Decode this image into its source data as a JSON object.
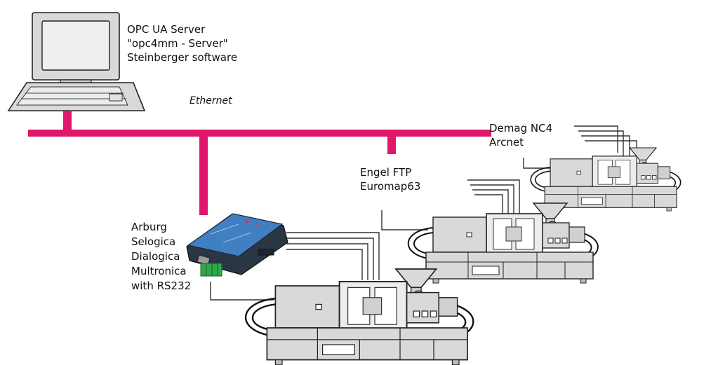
{
  "server": {
    "lines": [
      "OPC UA Server",
      "\"opc4mm - Server\"",
      "Steinberger software"
    ]
  },
  "network": {
    "label": "Ethernet",
    "color": "#e0176a"
  },
  "machines": [
    {
      "id": "demag",
      "lines": [
        "Demag NC4",
        "Arcnet"
      ]
    },
    {
      "id": "engel",
      "lines": [
        "Engel FTP",
        "Euromap63"
      ]
    },
    {
      "id": "arburg",
      "lines": [
        "Arburg",
        "Selogica",
        "Dialogica",
        "Multronica",
        "with RS232"
      ]
    }
  ],
  "converter": {
    "body_color": "#2a3644",
    "face_color": "#3f7fc2",
    "terminal_color": "#2fa84a"
  },
  "palette": {
    "machine_fill": "#d9d9d9",
    "machine_dark": "#bdbdbd",
    "outline": "#222222"
  }
}
